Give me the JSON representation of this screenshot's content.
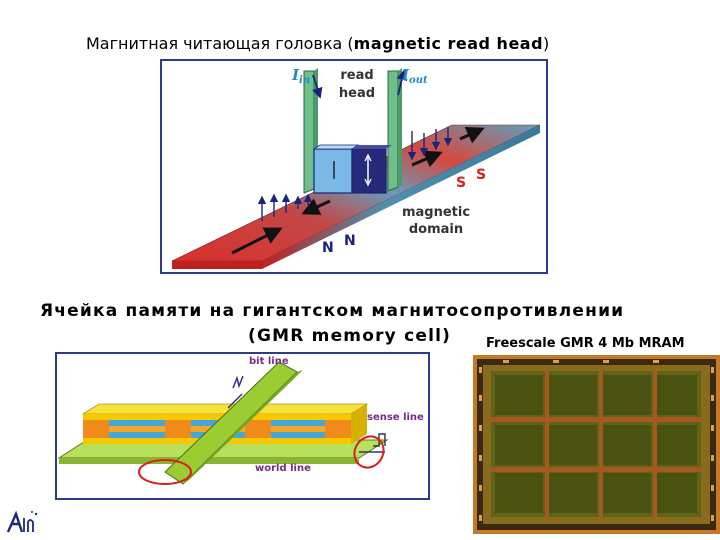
{
  "slide": {
    "title_ru": "Магнитная читающая головка (",
    "title_en": "magnetic read head",
    "title_close": ")",
    "gmr_title_line1": "Ячейка памяти на гигантском магнитосопротивлении",
    "gmr_title_line2": "(GMR memory cell)",
    "chip_caption": "Freescale GMR 4 Mb MRAM"
  },
  "read_head_figure": {
    "i_in_main": "I",
    "i_in_sub": "in",
    "i_out_main": "I",
    "i_out_sub": "out",
    "read_head_line1": "read",
    "read_head_line2": "head",
    "magnetic_domain_line1": "magnetic",
    "magnetic_domain_line2": "domain",
    "pole_s": "S",
    "pole_n": "N",
    "colors": {
      "label_blue": "#1e8ac8",
      "pole_red": "#d42020",
      "pole_navy": "#1a237e",
      "leg_green": "#6fbf8a",
      "block_blue": "#7ab8e6",
      "block_navy": "#262a7a"
    }
  },
  "gmr_cell_figure": {
    "bit_line": "bit line",
    "sense_line": "sense line",
    "word_line": "world line",
    "colors": {
      "label_purple": "#7b2a8b",
      "label_navy": "#3b2c8c",
      "strip_green": "#9acd32",
      "layer_orange": "#f5a623",
      "layer_blue": "#42a7dc",
      "loop_red": "#d62020"
    }
  },
  "chip_photo": {
    "colors": {
      "frame": "#c47a24",
      "die": "#6a6a1c",
      "bus": "#a8581f"
    }
  }
}
